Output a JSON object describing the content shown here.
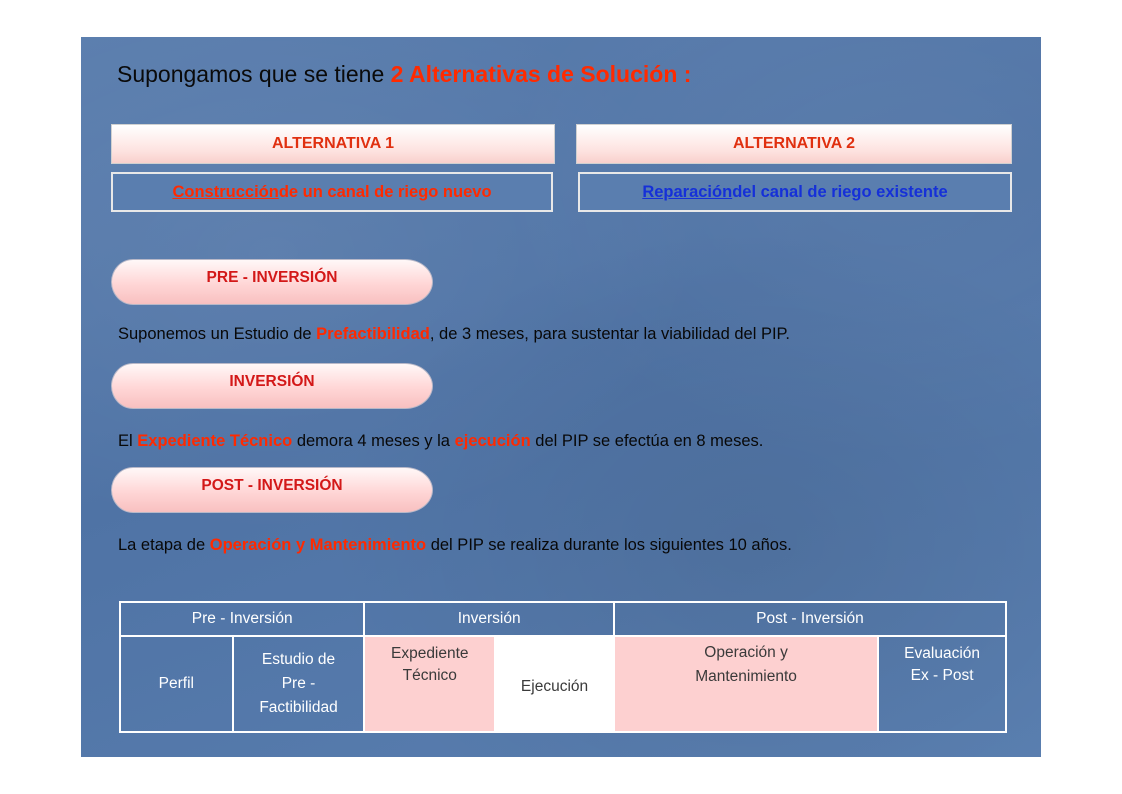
{
  "title": {
    "prefix": "Supongamos que se tiene ",
    "highlight": "2 Alternativas de Solución :"
  },
  "alternatives": [
    {
      "label": "ALTERNATIVA 1",
      "desc_underlined": "Construcción ",
      "desc_rest": "de un canal de riego nuevo"
    },
    {
      "label": "ALTERNATIVA 2",
      "desc_underlined": "Reparación ",
      "desc_rest": "del canal de riego existente"
    }
  ],
  "phases": {
    "pre": {
      "label": "PRE - INVERSIÓN",
      "text_a": "Suponemos un Estudio de ",
      "text_hl": "Prefactibilidad",
      "text_b": ", de 3 meses, para sustentar la viabilidad del PIP."
    },
    "inv": {
      "label": "INVERSIÓN",
      "text_a": "El ",
      "text_hl1": "Expediente Técnico",
      "text_b": " demora 4 meses y la ",
      "text_hl2": "ejecución",
      "text_c": " del PIP se efectúa en 8 meses."
    },
    "post": {
      "label": "POST - INVERSIÓN",
      "text_a": "La etapa de ",
      "text_hl": "Operación y Mantenimiento",
      "text_b": " del PIP se realiza durante los siguientes 10 años."
    }
  },
  "table": {
    "headers": [
      "Pre - Inversión",
      "Inversión",
      "Post - Inversión"
    ],
    "cells": {
      "perfil": "Perfil",
      "estudio_1": "Estudio de",
      "estudio_2": "Pre -",
      "estudio_3": "Factibilidad",
      "expediente_1": "Expediente",
      "expediente_2": "Técnico",
      "ejecucion": "Ejecución",
      "operacion_1": "Operación y",
      "operacion_2": "Mantenimiento",
      "evaluacion_1": "Evaluación",
      "evaluacion_2": "Ex - Post"
    }
  },
  "colors": {
    "background": "#5677a8",
    "accent_red": "#ff2a00",
    "accent_blue": "#1530d8",
    "pink_cell": "#fdd0d0"
  }
}
